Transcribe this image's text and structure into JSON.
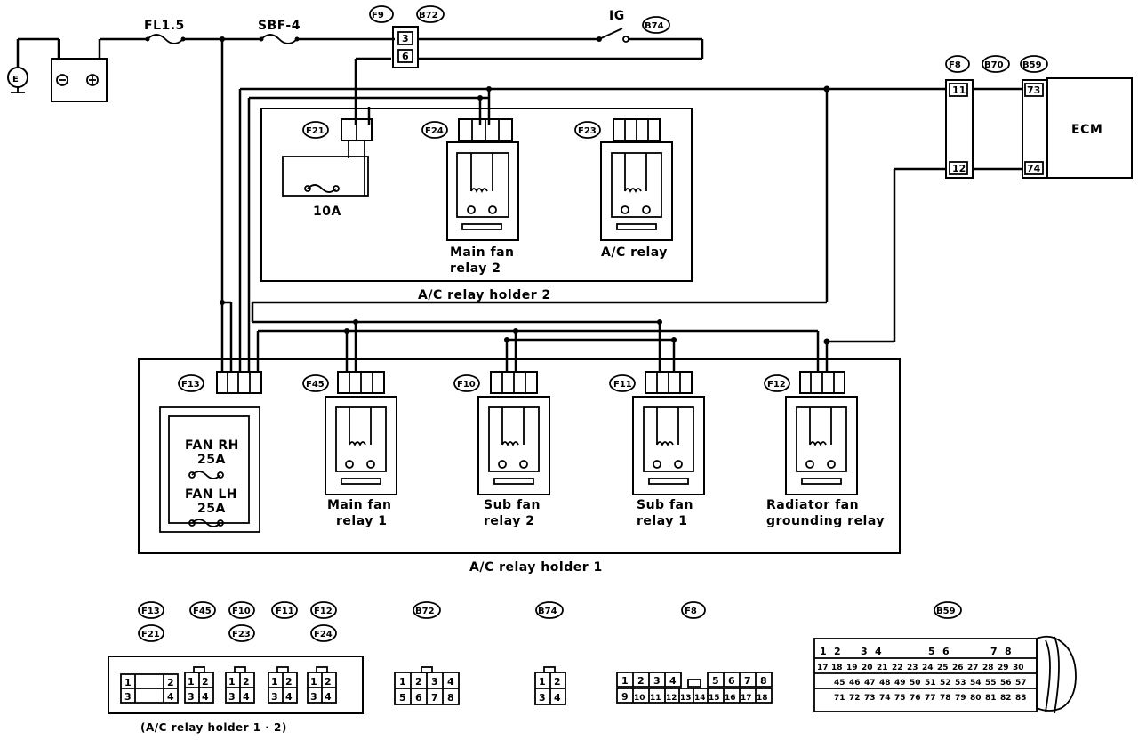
{
  "labels": {
    "fl": "FL1.5",
    "sbf": "SBF-4",
    "ig": "IG",
    "ecm": "ECM",
    "fuse10": "10A",
    "fan_rh": "FAN RH",
    "fan_rh_amp": "25A",
    "fan_lh": "FAN LH",
    "fan_lh_amp": "25A",
    "holder2": "A/C relay holder 2",
    "holder1": "A/C relay holder 1",
    "holder12": "(A/C relay holder 1 · 2)"
  },
  "relays": {
    "main_fan_2": [
      "Main fan",
      "relay 2"
    ],
    "ac": [
      "A/C relay"
    ],
    "main_fan_1": [
      "Main fan",
      "relay 1"
    ],
    "sub_fan_2": [
      "Sub fan",
      "relay 2"
    ],
    "sub_fan_1": [
      "Sub fan",
      "relay 1"
    ],
    "radiator": [
      "Radiator fan",
      "grounding relay"
    ]
  },
  "connectors": {
    "F9": "F9",
    "B72": "B72",
    "B74": "B74",
    "F8": "F8",
    "B70": "B70",
    "B59": "B59",
    "F21": "F21",
    "F24": "F24",
    "F23": "F23",
    "F13": "F13",
    "F45": "F45",
    "F10": "F10",
    "F11": "F11",
    "F12": "F12"
  },
  "pins": {
    "f9_top": "3",
    "f9_bot": "6",
    "f8_top": "11",
    "f8_bot": "12",
    "b59_top": "73",
    "b59_bot": "74"
  },
  "legend": {
    "row1": [
      "F13",
      "F45",
      "F10",
      "F11",
      "F12"
    ],
    "row2a": "F21",
    "row2b": "F23",
    "row2c": "F24",
    "b72": "B72",
    "b74": "B74",
    "f8": "F8",
    "b59": "B59"
  },
  "pinouts": {
    "holder_a": [
      "1",
      "2",
      "3",
      "4"
    ],
    "holder_b": [
      "1",
      "2",
      "3",
      "4"
    ],
    "b72": [
      "1",
      "2",
      "3",
      "4",
      "5",
      "6",
      "7",
      "8"
    ],
    "b74": [
      "1",
      "2",
      "3",
      "4"
    ],
    "f8_top": [
      "1",
      "2",
      "3",
      "4",
      "5",
      "6",
      "7",
      "8"
    ],
    "f8_bot": [
      "9",
      "10",
      "11",
      "12",
      "13",
      "14",
      "15",
      "16",
      "17",
      "18"
    ],
    "b59_r1": [
      "1",
      "2",
      "3",
      "4",
      "5",
      "6",
      "7",
      "8"
    ],
    "b59_r2": [
      "17",
      "18",
      "19",
      "20",
      "21",
      "22",
      "23",
      "24",
      "25",
      "26",
      "27",
      "28",
      "29",
      "30"
    ],
    "b59_r3": [
      "45",
      "46",
      "47",
      "48",
      "49",
      "50",
      "51",
      "52",
      "53",
      "54",
      "55",
      "56",
      "57"
    ],
    "b59_r4": [
      "71",
      "72",
      "73",
      "74",
      "75",
      "76",
      "77",
      "78",
      "79",
      "80",
      "81",
      "82",
      "83"
    ]
  }
}
